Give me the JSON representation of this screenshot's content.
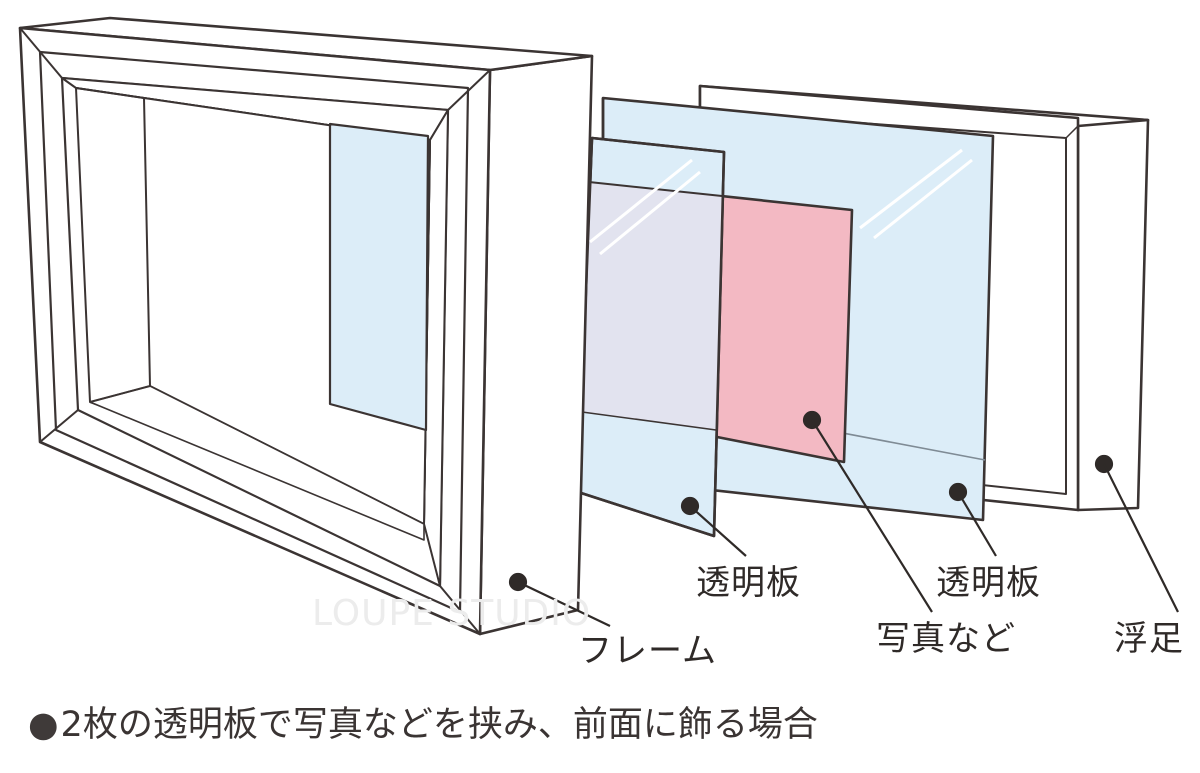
{
  "labels": {
    "front_clear_panel": "透明板",
    "frame": "フレーム",
    "back_clear_panel": "透明板",
    "photo": "写真など",
    "spacer": "浮足"
  },
  "watermark": "LOUPE STUDIO",
  "caption": {
    "bullet": "●",
    "text": "2枚の透明板で写真などを挟み、前面に飾る場合"
  },
  "colors": {
    "outline": "#3b3433",
    "glass": "#dcedf8",
    "photo": "#f3b9c3",
    "overlap": "#e2e3ef",
    "text": "#2f2a28"
  }
}
